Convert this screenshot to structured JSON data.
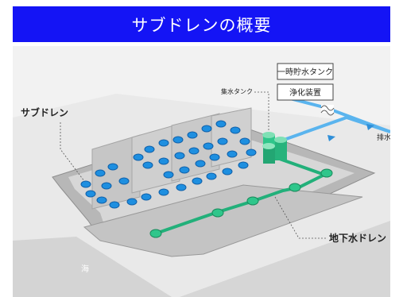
{
  "title": "サブドレンの概要",
  "labels": {
    "subdrain": "サブドレン",
    "collection_tank": "集水タンク",
    "temp_storage_tank": "一時貯水タンク",
    "purification_device": "浄化装置",
    "discharge": "排水",
    "groundwater_drain": "地下水ドレン",
    "sea": "海"
  },
  "colors": {
    "title_bg": "#1414f5",
    "subdrain_well": "#1e8fe0",
    "drain_pipe": "#22b07a",
    "discharge_line": "#5ab4ee"
  }
}
